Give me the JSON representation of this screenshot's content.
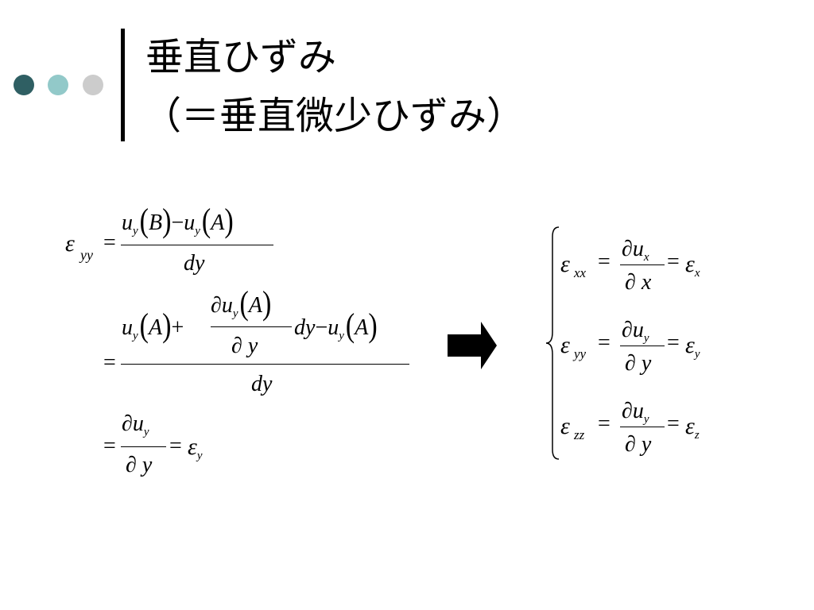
{
  "colors": {
    "dot1": "#2f5f63",
    "dot2": "#92c9c9",
    "dot3": "#cccccc"
  },
  "title": {
    "line1": "垂直ひずみ",
    "line2": "（＝垂直微少ひずみ）"
  },
  "left_eq": {
    "eps": "ε",
    "yy": "yy",
    "eq": "=",
    "row1_num": {
      "u1": "u",
      "y1": "y",
      "B": "B",
      "minus": "−",
      "u2": "u",
      "y2": "y",
      "A": "A"
    },
    "row1_den": "dy",
    "row2_num": {
      "u1": "u",
      "y1": "y",
      "A1": "A",
      "plus": "+",
      "frac_num": "∂u",
      "frac_y": "y",
      "frac_A": "A",
      "frac_den": "∂ y",
      "dy": "dy",
      "minus": "−",
      "u2": "u",
      "y2": "y",
      "A2": "A"
    },
    "row2_den": "dy",
    "row3": {
      "num": "∂u",
      "num_sub": "y",
      "den": "∂ y",
      "eps": "ε",
      "eps_sub": "y"
    }
  },
  "arrow_icon": "right-arrow-icon",
  "right_eqs": [
    {
      "eps": "ε",
      "sub": "xx",
      "num": "∂u",
      "num_sub": "x",
      "den": "∂ x",
      "eps2": "ε",
      "sub2": "x"
    },
    {
      "eps": "ε",
      "sub": "yy",
      "num": "∂u",
      "num_sub": "y",
      "den": "∂ y",
      "eps2": "ε",
      "sub2": "y"
    },
    {
      "eps": "ε",
      "sub": "zz",
      "num": "∂u",
      "num_sub": "y",
      "den": "∂ y",
      "eps2": "ε",
      "sub2": "z"
    }
  ]
}
